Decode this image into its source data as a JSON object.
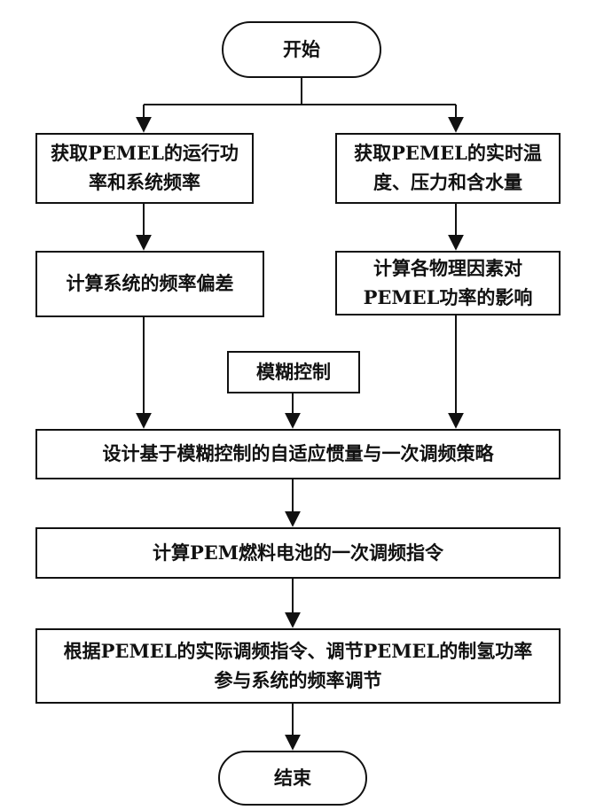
{
  "nodes": {
    "start": "开始",
    "get_power": "获取PEMEL的运行功率和系统频率",
    "get_state": "获取PEMEL的实时温度、压力和含水量",
    "calc_deviation": "计算系统的频率偏差",
    "calc_factors": "计算各物理因素对PEMEL功率的影响",
    "fuzzy": "模糊控制",
    "design": "设计基于模糊控制的自适应惯量与一次调频策略",
    "calc_command": "计算PEM燃料电池的一次调频指令",
    "adjust": "根据PEMEL的实际调频指令、调节PEMEL的制氢功率参与系统的频率调节",
    "end": "结束"
  }
}
